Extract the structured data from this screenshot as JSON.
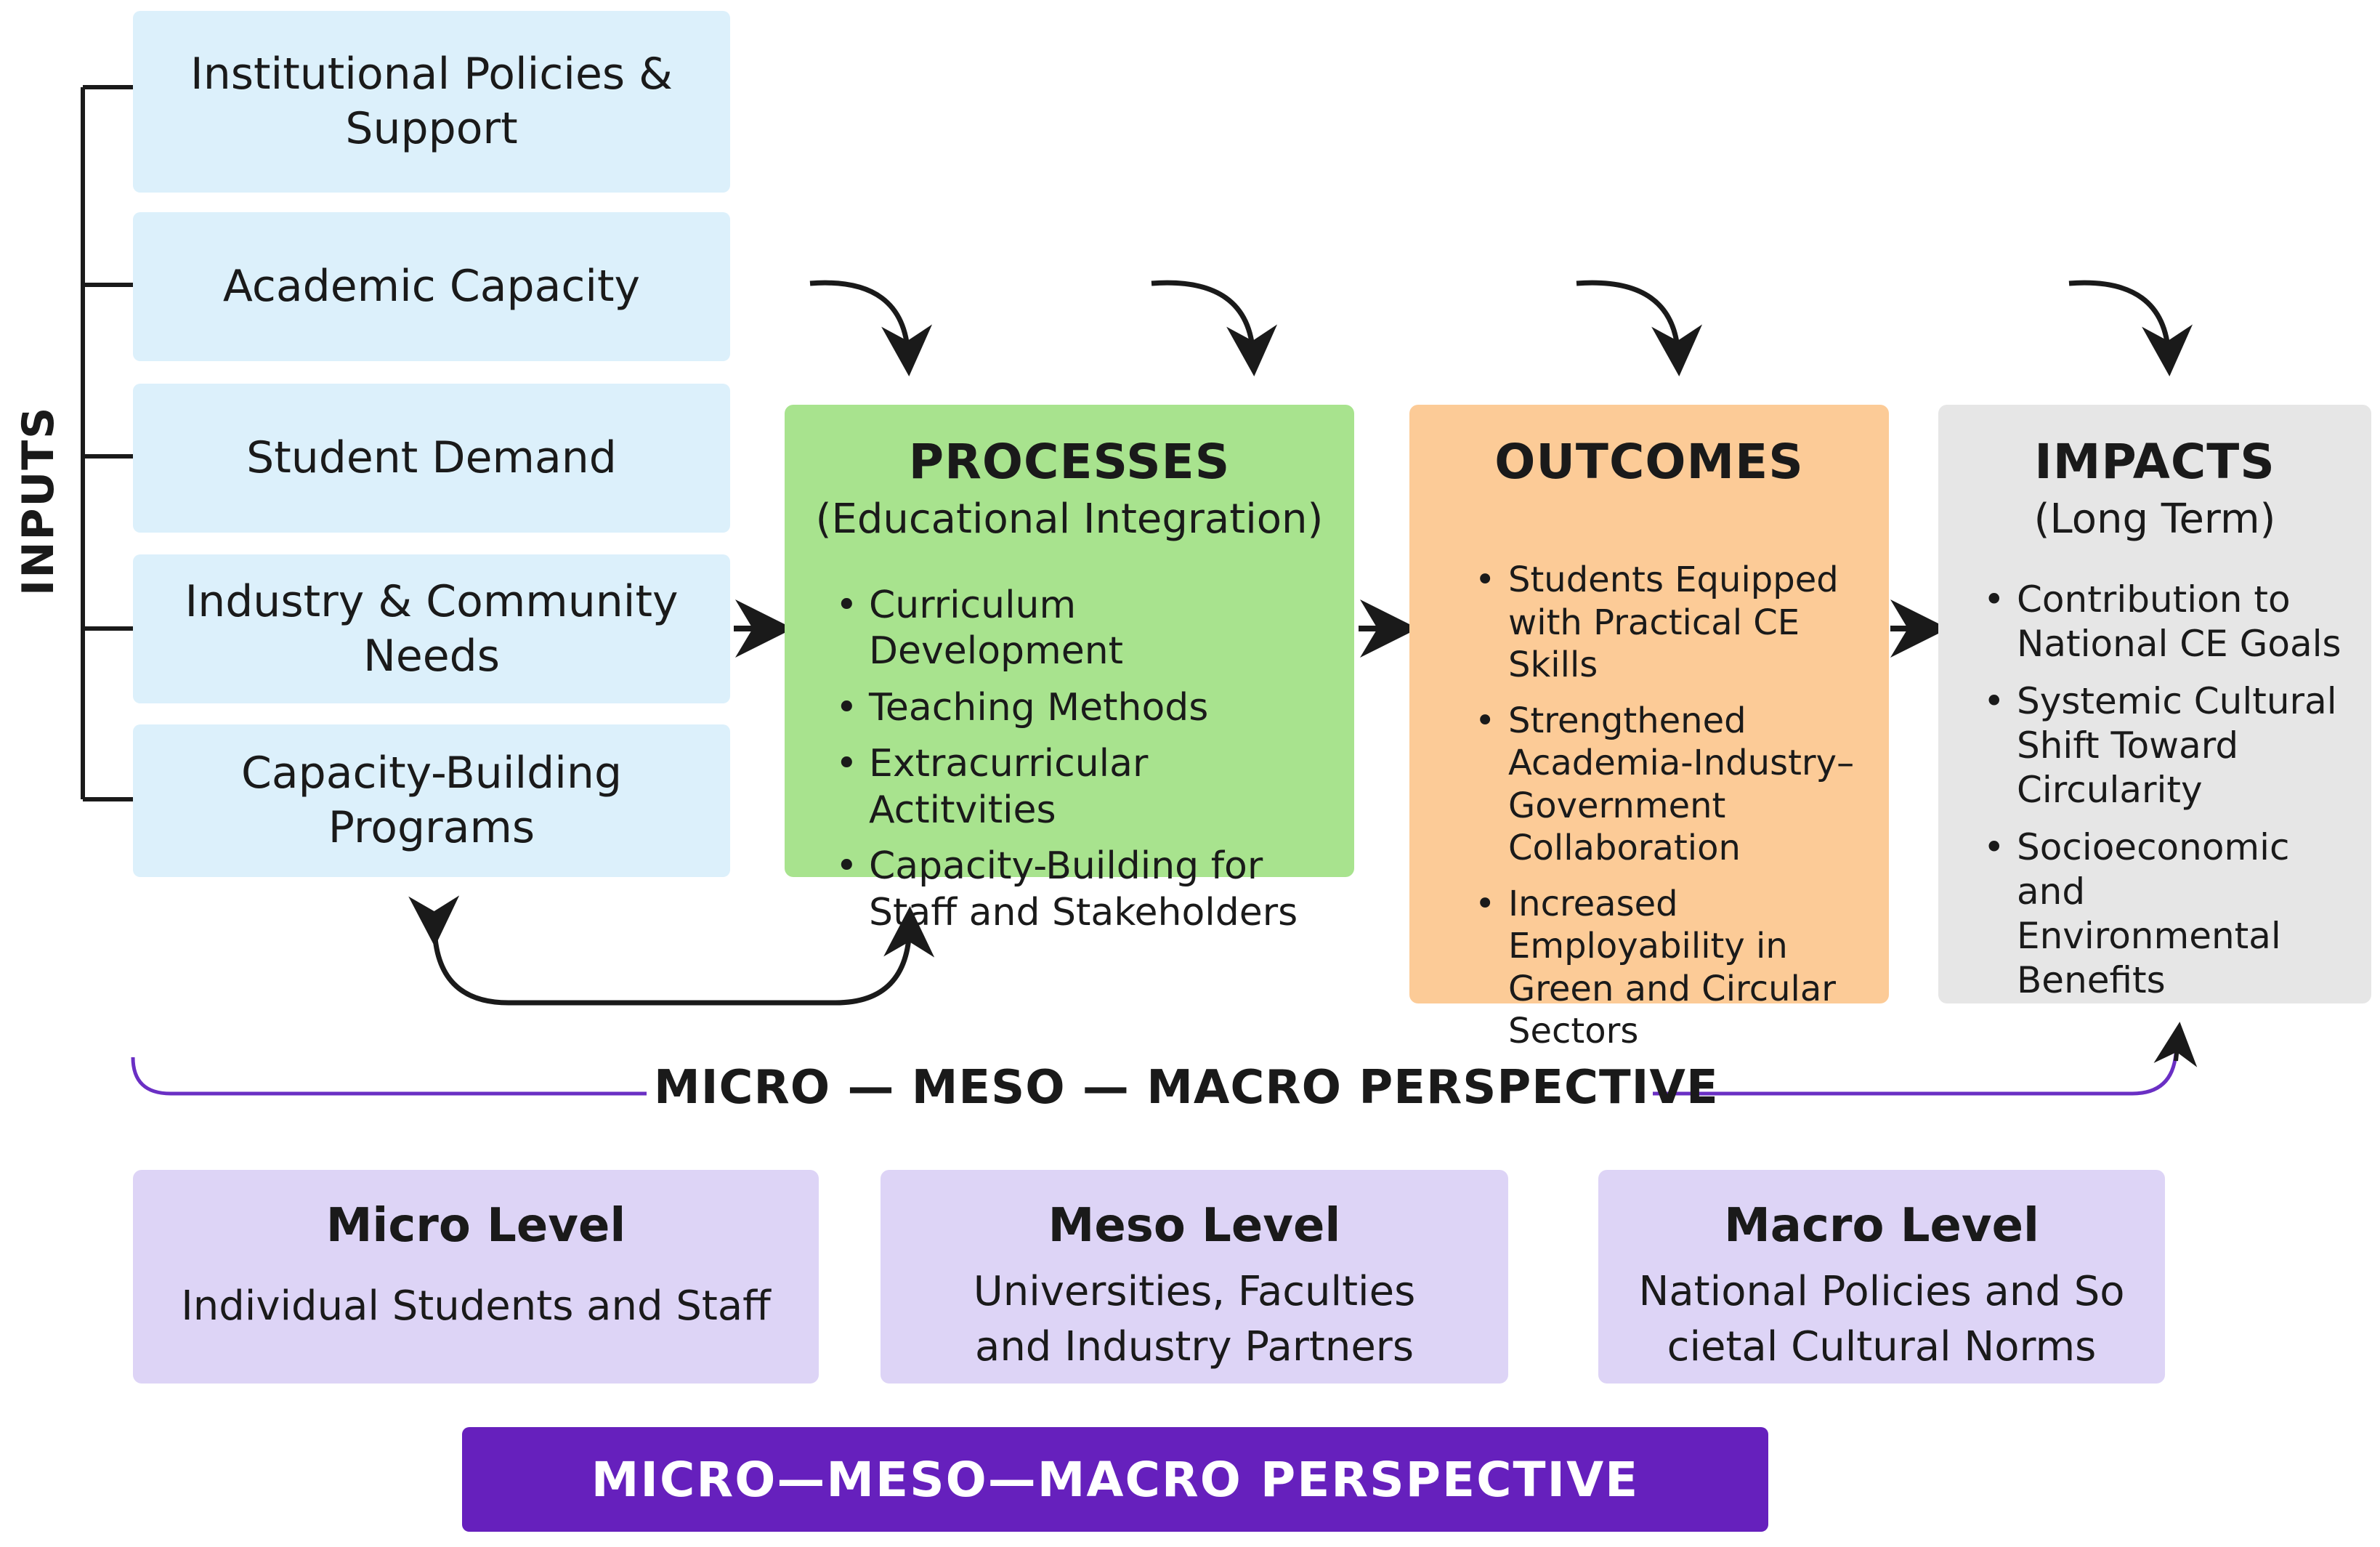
{
  "inputs": {
    "label": "INPUTS",
    "items": [
      "Institutional Policies & Support",
      "Academic Capacity",
      "Student Demand",
      "Industry & Community Needs",
      "Capacity-Building Programs"
    ]
  },
  "processes": {
    "title": "PROCESSES",
    "subtitle": "(Educational Integration)",
    "bullets": [
      "Curriculum Development",
      "Teaching Methods",
      "Extracurricular Actitvities",
      "Capacity-Building for Staff and Stakeholders"
    ]
  },
  "outcomes": {
    "title": "OUTCOMES",
    "bullets": [
      "Students Equipped with Practical CE Skills",
      "Strengthened Academia-Industry–Government Collaboration",
      "Increased Employability in Green and Circular Sectors"
    ]
  },
  "impacts": {
    "title": "IMPACTS",
    "subtitle": "(Long Term)",
    "bullets": [
      "Contribution to National CE Goals",
      "Systemic Cultural Shift Toward Circularity",
      "Socioeconomic and Environmental Benefits"
    ]
  },
  "perspective": {
    "line_title": "MICRO — MESO — MACRO PERSPECTIVE",
    "banner": "MICRO—MESO—MACRO PERSPECTIVE"
  },
  "levels": [
    {
      "title": "Micro Level",
      "desc": "Individual Students and Staff"
    },
    {
      "title": "Meso Level",
      "desc": "Universities, Faculties and Industry Partners"
    },
    {
      "title": "Macro Level",
      "desc": "National Policies and So cietal Cultural Norms"
    }
  ],
  "colors": {
    "inputs": "#dcf0fb",
    "processes": "#a8e38e",
    "outcomes": "#fccb97",
    "impacts": "#e6e6e6",
    "levels": "#ddd4f6",
    "banner": "#6620bd",
    "perspective_line": "#6a2fc4"
  }
}
